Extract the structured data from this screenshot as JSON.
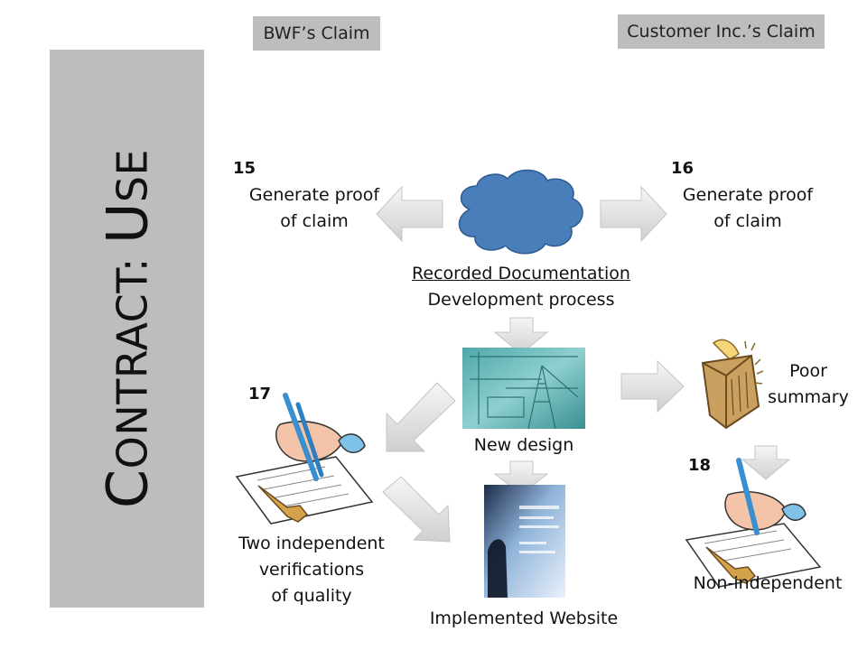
{
  "header": {
    "left_label": "BWF’s Claim",
    "right_label": "Customer Inc.’s Claim"
  },
  "sidebar": {
    "title_initial_1": "C",
    "title_rest_1": "ONTRACT: ",
    "title_initial_2": "U",
    "title_rest_2": "SE"
  },
  "nodes": {
    "n15": {
      "number": "15",
      "line1": "Generate proof",
      "line2": "of claim"
    },
    "n16": {
      "number": "16",
      "line1": "Generate proof",
      "line2": "of claim"
    },
    "center": {
      "line1": "Recorded Documentation",
      "line2": "Development process"
    },
    "design": {
      "label": "New design"
    },
    "website": {
      "label": "Implemented Website"
    },
    "n17": {
      "number": "17",
      "line1": "Two independent",
      "line2": "verifications",
      "line3": "of quality"
    },
    "poor": {
      "line1": "Poor",
      "line2": "summary"
    },
    "n18": {
      "number": "18",
      "label": "Non-independent"
    }
  },
  "icons": [
    "cloud-icon",
    "blueprint-image",
    "website-photo",
    "signing-hands-icon",
    "signing-hand-icon",
    "shredder-icon",
    "arrow-icon"
  ],
  "colors": {
    "panel": "#bdbdbd",
    "cloud": "#4a7ebb",
    "arrow_fill": "#e2e2e2"
  }
}
